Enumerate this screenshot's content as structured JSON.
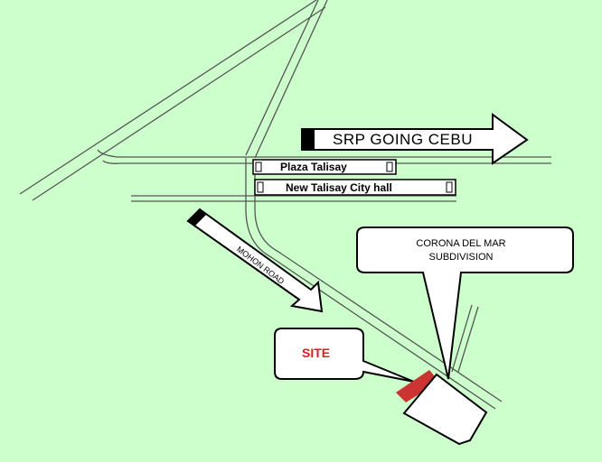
{
  "map": {
    "background_color": "#ccffcc",
    "labels": {
      "srp_going_cebu": "SRP GOING CEBU",
      "plaza_talisay": "Plaza Talisay",
      "new_talisay_city_hall": "New Talisay City hall",
      "mohon_road": "MOHON ROAD",
      "corona_del_mar": "CORONA DEL MAR SUBDIVISION",
      "site": "SITE"
    },
    "colors": {
      "site_label": "#e31b23",
      "site_marker": "#cc3333",
      "outline": "#000000",
      "roads": "#555555",
      "bubble_fill": "#ffffff"
    },
    "icons": [
      "arrow-right-icon",
      "arrow-down-right-icon",
      "site-marker-icon"
    ]
  }
}
